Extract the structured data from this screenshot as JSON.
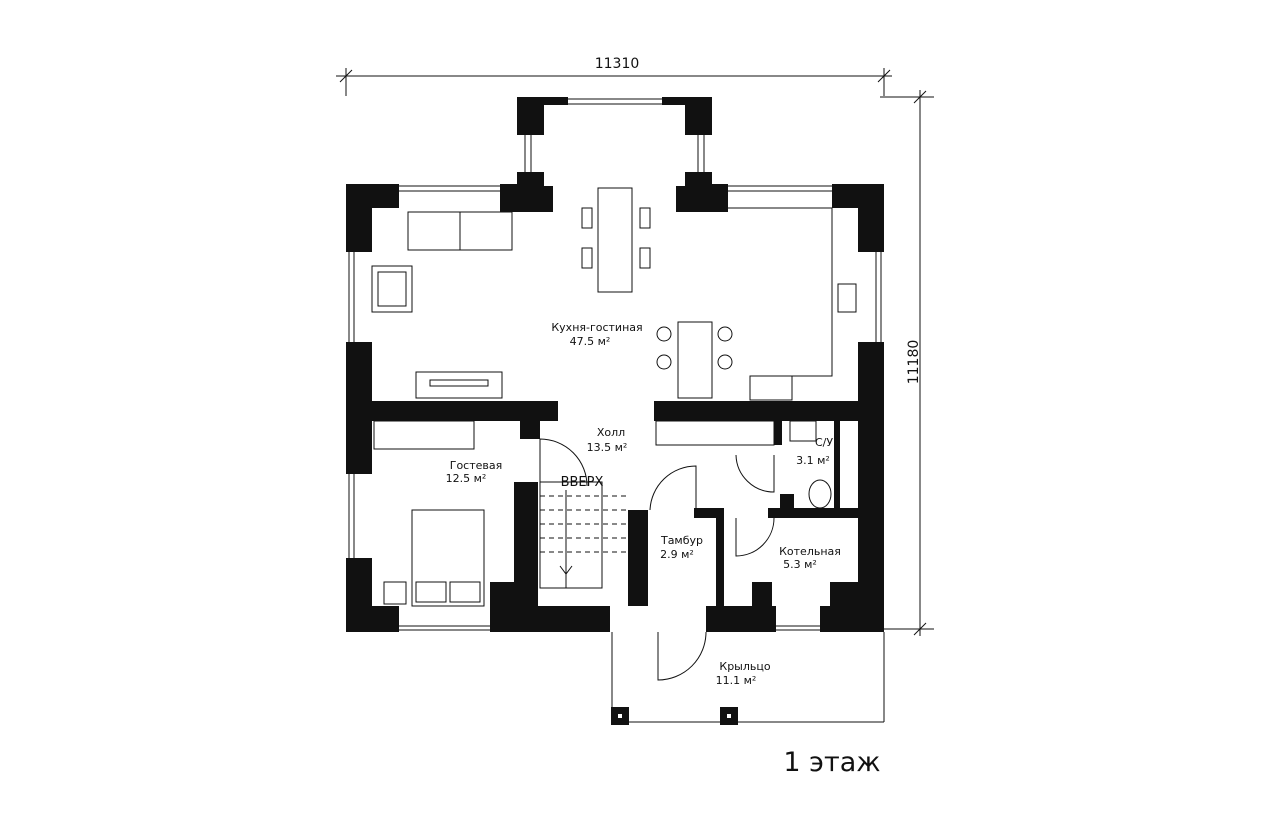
{
  "plan": {
    "title": "1 этаж",
    "dimensions": {
      "width": "11310",
      "height": "11180"
    },
    "stair_label": "ВВЕРХ",
    "rooms": [
      {
        "name": "Кухня-гостиная",
        "area": "47.5 м²"
      },
      {
        "name": "Холл",
        "area": "13.5 м²"
      },
      {
        "name": "Гостевая",
        "area": "12.5 м²"
      },
      {
        "name": "С/У",
        "area": "3.1 м²"
      },
      {
        "name": "Тамбур",
        "area": "2.9 м²"
      },
      {
        "name": "Котельная",
        "area": "5.3 м²"
      },
      {
        "name": "Крыльцо",
        "area": "11.1 м²"
      }
    ]
  }
}
